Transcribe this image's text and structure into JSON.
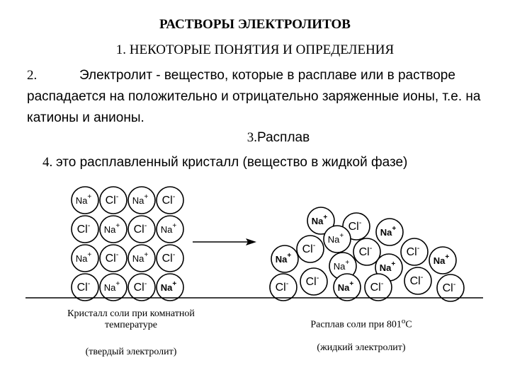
{
  "slide": {
    "title": "РАСТВОРЫ ЭЛЕКТРОЛИТОВ",
    "item1": {
      "number": "1.",
      "text": "НЕКОТОРЫЕ ПОНЯТИЯ И ОПРЕДЕЛЕНИЯ"
    },
    "item2": {
      "number": "2.",
      "text": "Электролит - вещество, которые в расплаве или в растворе распадается на положительно и отрицательно заряженные ионы, т.е. на катионы и анионы."
    },
    "item3": {
      "number": "3.",
      "text": "Расплав"
    },
    "item4": {
      "number": "4.",
      "text": "это расплавленный кристалл (вещество в жидкой фазе)"
    }
  },
  "ions": {
    "na": "Na",
    "cl": "Cl",
    "plus": "+",
    "minus": "-"
  },
  "crystal_grid": [
    [
      "Na",
      "Cl",
      "Na",
      "Cl"
    ],
    [
      "Cl",
      "Na",
      "Cl",
      "Na"
    ],
    [
      "Na",
      "Cl",
      "Na",
      "Cl"
    ],
    [
      "Cl",
      "Na",
      "Cl",
      "Na"
    ]
  ],
  "bold_ions": {
    "crystal": [
      [
        3,
        3
      ]
    ]
  },
  "captions": {
    "crystal_line1": "Кристалл соли при комнатной",
    "crystal_line2": "температуре",
    "crystal_state": "(твердый электролит)",
    "melt_line1_prefix": "Расплав соли при 801",
    "melt_degree": "о",
    "melt_unit": "С",
    "melt_state": "(жидкий электролит)"
  }
}
